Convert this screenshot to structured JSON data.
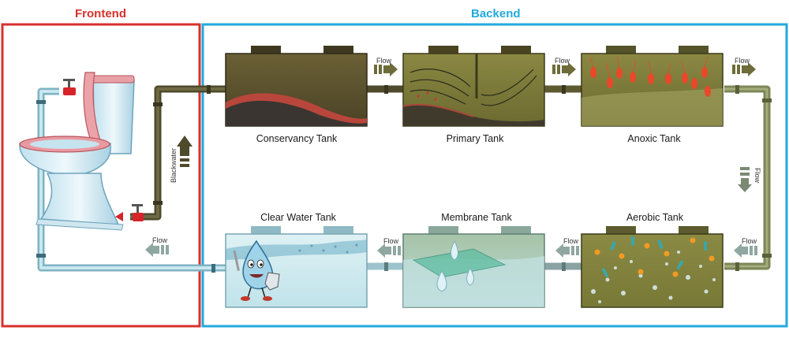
{
  "sections": {
    "frontend": {
      "title": "Frontend",
      "color": "#d8312c"
    },
    "backend": {
      "title": "Backend",
      "color": "#22a9dc"
    }
  },
  "tanks": {
    "conservancy": "Conservancy Tank",
    "primary": "Primary Tank",
    "anoxic": "Anoxic Tank",
    "aerobic": "Aerobic Tank",
    "membrane": "Membrane Tank",
    "clear_water": "Clear Water Tank"
  },
  "labels": {
    "flow": "Flow",
    "blackwater": "Blackwater"
  },
  "colors": {
    "pipe_dark": "#55502e",
    "pipe_light": "#9fcbd6",
    "sludge_tank": "#5b5230",
    "green_tank": "#7b7a3a",
    "clear_tank": "#cde8ee",
    "valve": "#d6242a"
  }
}
